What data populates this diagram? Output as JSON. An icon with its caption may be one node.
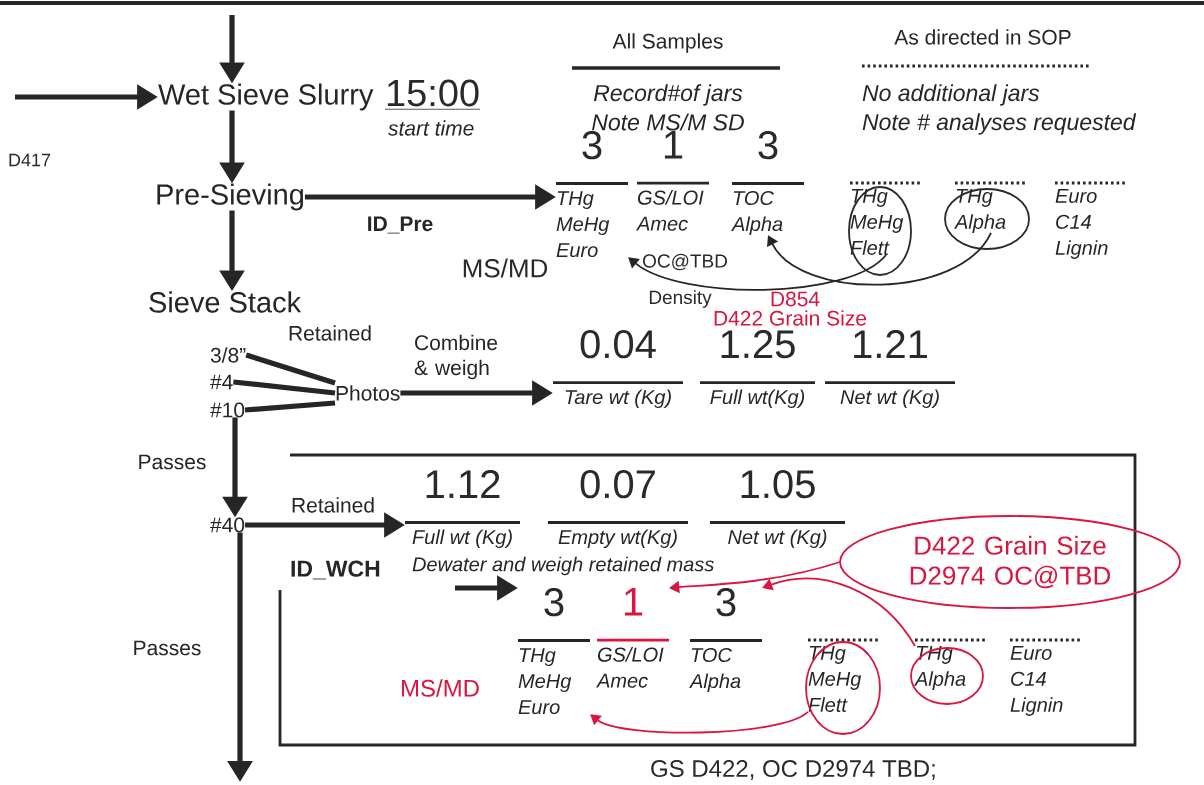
{
  "diagram": {
    "nodes": [
      {
        "text": [
          "Wet Sieve Slurry"
        ],
        "beside": [
          "15:00",
          "start time"
        ]
      },
      {
        "text": [
          "Pre-Sieving"
        ]
      },
      {
        "text": [
          "3",
          "THg MeHg Euro"
        ]
      },
      {
        "text": [
          "1",
          "GS/LOI Amec"
        ]
      },
      {
        "text": [
          "3",
          "TOC Alpha"
        ]
      },
      {
        "text": [
          "THg MeHg Flett"
        ]
      },
      {
        "text": [
          "THg Alpha"
        ]
      },
      {
        "text": [
          "Euro C14 Lignin"
        ]
      },
      {
        "text": [
          "Sieve Stack"
        ]
      },
      {
        "text": [
          "3/8”"
        ]
      },
      {
        "text": [
          "#4"
        ]
      },
      {
        "text": [
          "#10"
        ]
      },
      {
        "text": [
          "Photos"
        ]
      },
      {
        "text": [
          "0.04",
          "Tare wt (Kg)"
        ]
      },
      {
        "text": [
          "1.25",
          "Full wt(Kg)"
        ]
      },
      {
        "text": [
          "1.21",
          "Net wt (Kg)"
        ]
      },
      {
        "text": [
          "#40"
        ]
      },
      {
        "text": [],
        "shape": "box"
      },
      {
        "text": [
          "1.12",
          "Full wt (Kg)"
        ],
        "in": 17
      },
      {
        "text": [
          "0.07",
          "Empty wt(Kg)"
        ],
        "in": 17
      },
      {
        "text": [
          "1.05",
          "Net wt (Kg)"
        ],
        "in": 17
      },
      {
        "text": [
          "D422 Grain Size D2974 OC@TBD"
        ]
      },
      {
        "text": [
          "3",
          "THg MeHg Euro"
        ],
        "in": 17
      },
      {
        "text": [
          "1",
          "GS/LOI Amec"
        ],
        "in": 17
      },
      {
        "text": [
          "3",
          "TOC Alpha"
        ],
        "in": 17
      },
      {
        "text": [
          "THg MeHg Flett"
        ],
        "in": 17
      },
      {
        "text": [
          "THg Alpha"
        ],
        "in": 17
      },
      {
        "text": [
          "Euro C14 Lignin"
        ],
        "in": 17
      }
    ],
    "edges": [
      {
        "from": null,
        "to": 0,
        "arrow": "to"
      },
      {
        "from": null,
        "to": 0,
        "arrow": "to"
      },
      {
        "from": 0,
        "to": 1,
        "arrow": "to"
      },
      {
        "from": 1,
        "to": 8,
        "arrow": "to"
      },
      {
        "from": 1,
        "to": 2,
        "arrow": "to",
        "label": "ID_Pre"
      },
      {
        "from": 9,
        "to": 12,
        "arrow": "none",
        "label": "Retained"
      },
      {
        "from": 10,
        "to": 12,
        "arrow": "none"
      },
      {
        "from": 11,
        "to": 12,
        "arrow": "none"
      },
      {
        "from": 12,
        "to": 13,
        "arrow": "to",
        "label": "Combine & weigh"
      },
      {
        "from": 11,
        "to": 16,
        "arrow": "to",
        "label": "Passes"
      },
      {
        "from": 16,
        "to": null,
        "arrow": "to",
        "label": "Passes"
      },
      {
        "from": 16,
        "to": 18,
        "arrow": "to",
        "label": "Retained"
      },
      {
        "from": null,
        "to": 22,
        "arrow": "to"
      },
      {
        "from": 5,
        "to": 2,
        "arrow": "to"
      },
      {
        "from": 6,
        "to": 4,
        "arrow": "to"
      },
      {
        "from": 21,
        "to": 23,
        "arrow": "to",
        "color": "#d81640"
      },
      {
        "from": 25,
        "to": 22,
        "arrow": "to",
        "color": "#d81640"
      },
      {
        "from": 26,
        "to": 24,
        "arrow": "to",
        "color": "#d81640"
      }
    ],
    "labels": [
      "All Samples",
      "Record#of jars",
      "Note MS/M SD",
      "As directed in SOP",
      "No additional jars",
      "Note # analyses requested",
      "D417",
      "MS/MD",
      "OC@TBD",
      "Density",
      "D854",
      "D422 Grain Size",
      "ID_WCH",
      "Dewater and weigh retained mass",
      "MS/MD",
      "GS D422, OC D2974 TBD;"
    ]
  }
}
